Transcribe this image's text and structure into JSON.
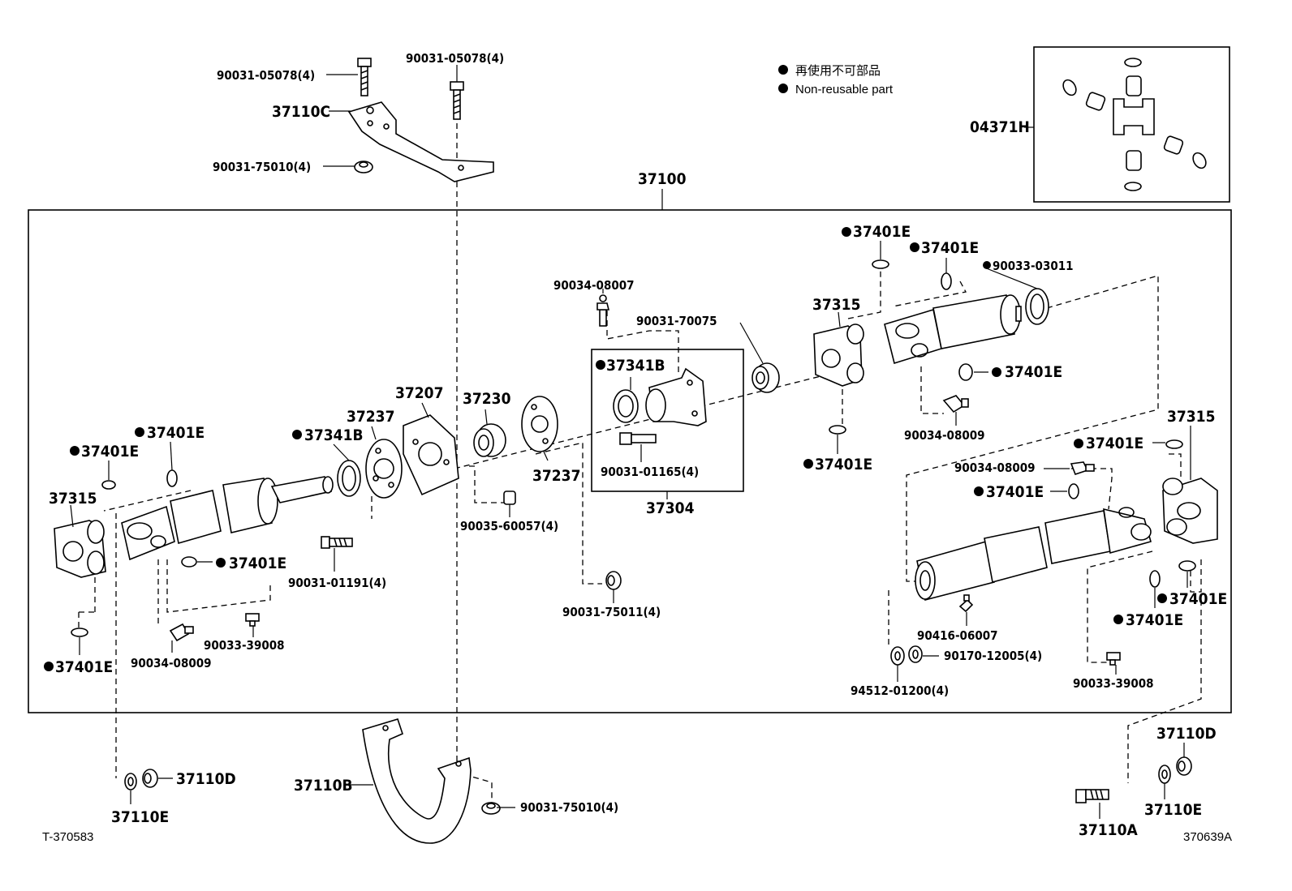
{
  "legend": {
    "jp": "再使用不可部品",
    "en": "Non-reusable part"
  },
  "footer": {
    "left": "T-370583",
    "right": "370639A"
  },
  "labels": {
    "p37100": "37100",
    "p37110C": "37110C",
    "p37110B": "37110B",
    "p37110D_l": "37110D",
    "p37110D_r": "37110D",
    "p37110E_l": "37110E",
    "p37110E_r": "37110E",
    "p37110A": "37110A",
    "p04371H": "04371H",
    "p37315_l": "37315",
    "p37315_c": "37315",
    "p37315_r": "37315",
    "p37401E_a": "37401E",
    "p37401E_b": "37401E",
    "p37401E_c": "37401E",
    "p37401E_d": "37401E",
    "p37401E_e": "37401E",
    "p37401E_f": "37401E",
    "p37401E_g": "37401E",
    "p37401E_h": "37401E",
    "p37401E_i": "37401E",
    "p37401E_j": "37401E",
    "p37401E_k": "37401E",
    "p37401E_l": "37401E",
    "p37341B_l": "37341B",
    "p37341B_c": "37341B",
    "p37237_l": "37237",
    "p37237_r": "37237",
    "p37207": "37207",
    "p37230": "37230",
    "p37304": "37304",
    "p90031_05078_a": "90031-05078(4)",
    "p90031_05078_b": "90031-05078(4)",
    "p90031_75010_a": "90031-75010(4)",
    "p90031_75010_b": "90031-75010(4)",
    "p90034_08007": "90034-08007",
    "p90031_70075": "90031-70075",
    "p90033_03011": "90033-03011",
    "p90034_08009_a": "90034-08009",
    "p90034_08009_b": "90034-08009",
    "p90034_08009_c": "90034-08009",
    "p90031_01165": "90031-01165(4)",
    "p90031_01191": "90031-01191(4)",
    "p90035_60057": "90035-60057(4)",
    "p90031_75011": "90031-75011(4)",
    "p90033_39008_a": "90033-39008",
    "p90033_39008_b": "90033-39008",
    "p90416_06007": "90416-06007",
    "p90170_12005": "90170-12005(4)",
    "p94512_01200": "94512-01200(4)"
  }
}
